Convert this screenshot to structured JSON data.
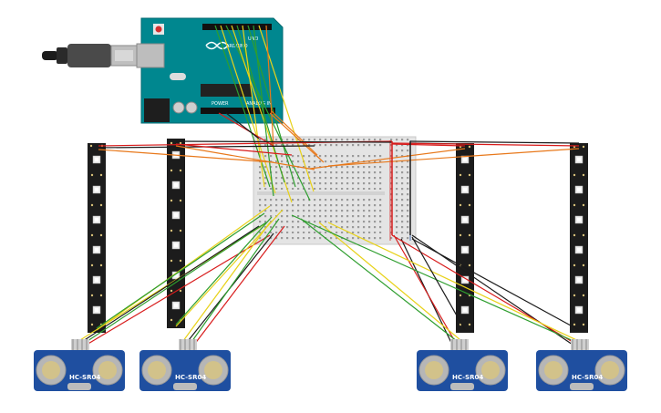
{
  "arduino": {
    "brand_text": "ARDUINO",
    "model_text": "UNO",
    "power_label": "POWER",
    "analog_label": "ANALOG IN"
  },
  "sensors": [
    {
      "model": "HC-SR04"
    },
    {
      "model": "HC-SR04"
    },
    {
      "model": "HC-SR04"
    },
    {
      "model": "HC-SR04"
    }
  ],
  "colors": {
    "wire_red": "#d81b1b",
    "wire_black": "#1a1a1a",
    "wire_green": "#2e9e2e",
    "wire_yellow": "#e8d21a",
    "wire_orange": "#e8781a",
    "board_blue": "#00878f",
    "led_strip": "#1c1c1c",
    "sensor_blue": "#1f4fa0"
  }
}
